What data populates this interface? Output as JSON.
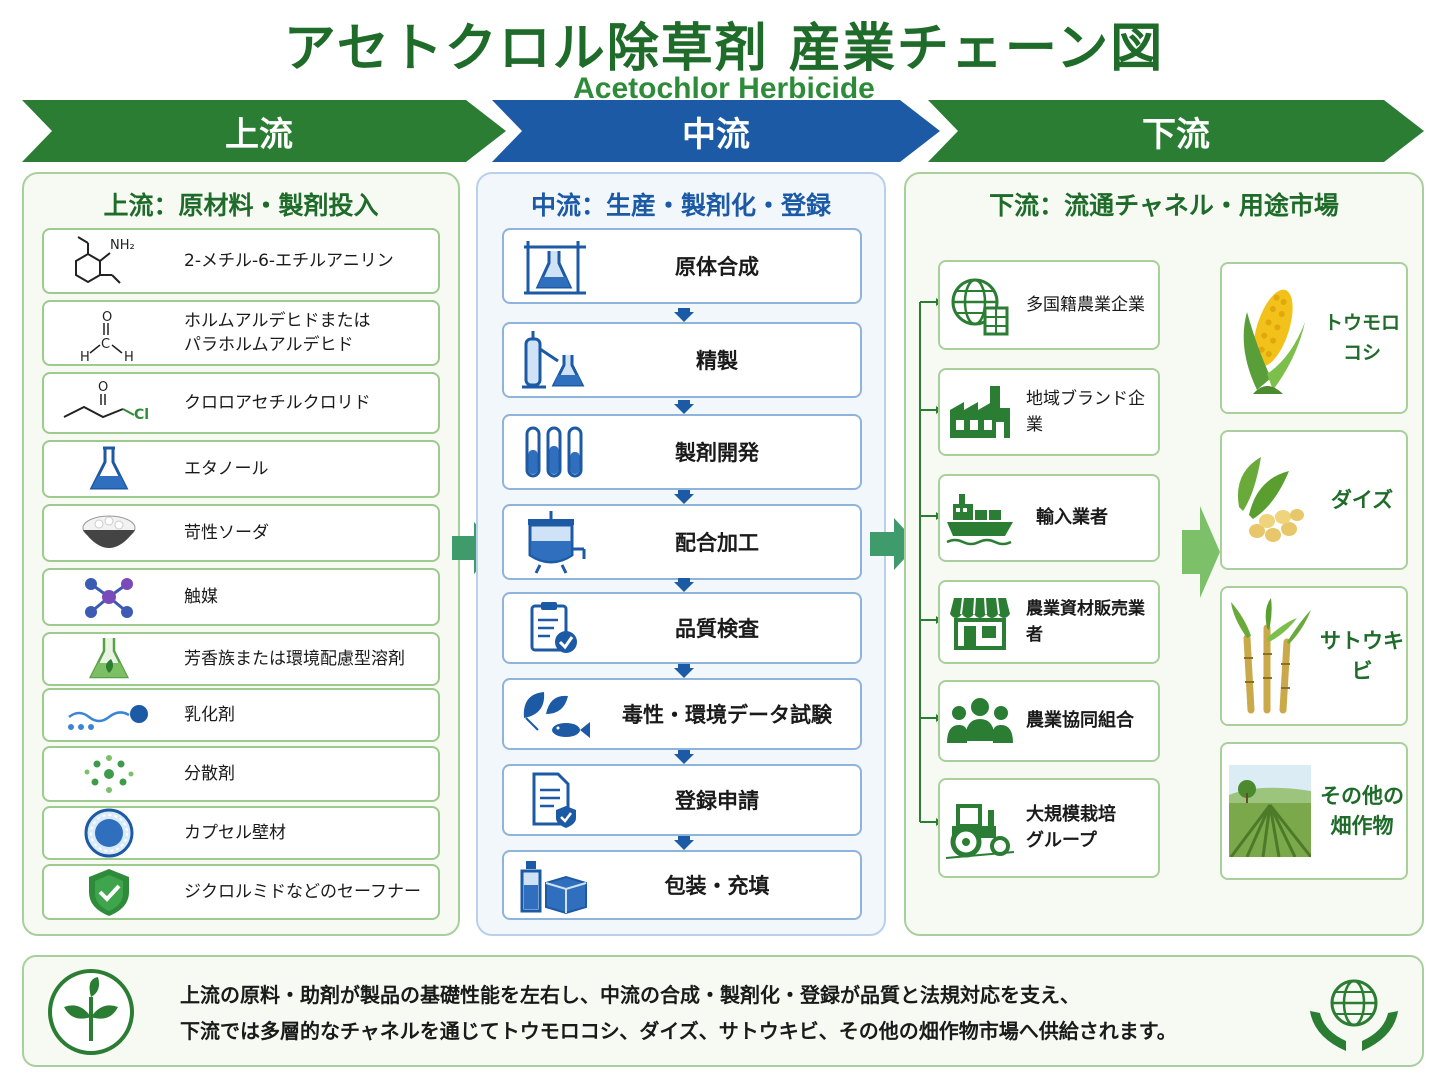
{
  "title": "アセトクロル除草剤 産業チェーン図",
  "subtitle": "Acetochlor Herbicide",
  "stages": {
    "upstream": "上流",
    "midstream": "中流",
    "downstream": "下流"
  },
  "upstream": {
    "title": "上流：原材料・製剤投入",
    "items": [
      {
        "label": "2-メチル-6-エチルアニリン",
        "icon": "aniline-structure-icon"
      },
      {
        "label": "ホルムアルデヒドまたは\nパラホルムアルデヒド",
        "icon": "formaldehyde-structure-icon"
      },
      {
        "label": "クロロアセチルクロリド",
        "icon": "chloroacetyl-structure-icon"
      },
      {
        "label": "エタノール",
        "icon": "flask-icon"
      },
      {
        "label": "苛性ソーダ",
        "icon": "powder-bowl-icon"
      },
      {
        "label": "触媒",
        "icon": "molecule-icon"
      },
      {
        "label": "芳香族または環境配慮型溶剤",
        "icon": "green-flask-icon"
      },
      {
        "label": "乳化剤",
        "icon": "emulsifier-icon"
      },
      {
        "label": "分散剤",
        "icon": "dispersant-icon"
      },
      {
        "label": "カプセル壁材",
        "icon": "capsule-icon"
      },
      {
        "label": "ジクロルミドなどのセーフナー",
        "icon": "shield-check-icon"
      }
    ],
    "formula_labels": {
      "nh2": "NH₂",
      "o": "O",
      "h": "H",
      "c": "C",
      "cl": "Cl"
    }
  },
  "midstream": {
    "title": "中流：生産・製剤化・登録",
    "items": [
      {
        "label": "原体合成",
        "icon": "lab-apparatus-icon"
      },
      {
        "label": "精製",
        "icon": "distillation-icon"
      },
      {
        "label": "製剤開発",
        "icon": "test-tubes-icon"
      },
      {
        "label": "配合加工",
        "icon": "reactor-icon"
      },
      {
        "label": "品質検査",
        "icon": "clipboard-check-icon"
      },
      {
        "label": "毒性・環境データ試験",
        "icon": "leaf-fish-icon"
      },
      {
        "label": "登録申請",
        "icon": "document-check-icon"
      },
      {
        "label": "包装・充填",
        "icon": "bottle-box-icon"
      }
    ]
  },
  "downstream": {
    "title": "下流：流通チャネル・用途市場",
    "channels": [
      {
        "label": "多国籍農業企業",
        "icon": "globe-building-icon"
      },
      {
        "label": "地域ブランド企業",
        "icon": "factory-icon"
      },
      {
        "label": "輸入業者",
        "icon": "ship-icon"
      },
      {
        "label": "農業資材販売業者",
        "icon": "store-icon"
      },
      {
        "label": "農業協同組合",
        "icon": "people-group-icon"
      },
      {
        "label": "大規模栽培\nグループ",
        "icon": "tractor-icon"
      }
    ],
    "crops": [
      {
        "label": "トウモロコシ",
        "icon": "corn-icon"
      },
      {
        "label": "ダイズ",
        "icon": "soybean-icon"
      },
      {
        "label": "サトウキビ",
        "icon": "sugarcane-icon"
      },
      {
        "label": "その他の\n畑作物",
        "icon": "field-icon"
      }
    ]
  },
  "footer": {
    "line1": "上流の原料・助剤が製品の基礎性能を左右し、中流の合成・製剤化・登録が品質と法規対応を支え、",
    "line2": "下流では多層的なチャネルを通じてトウモロコシ、ダイズ、サトウキビ、その他の畑作物市場へ供給されます。"
  },
  "colors": {
    "green_dark": "#1f6b2a",
    "green": "#2e8b3a",
    "blue": "#1c5aa6",
    "teal_arrow": "#3f9a6c"
  }
}
